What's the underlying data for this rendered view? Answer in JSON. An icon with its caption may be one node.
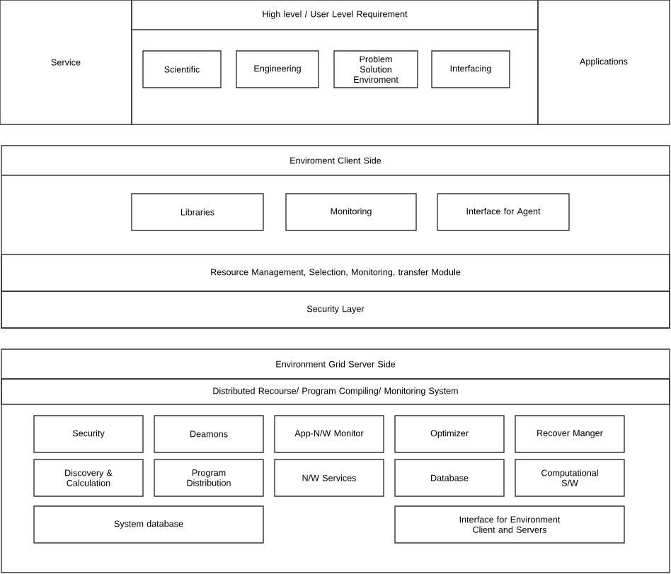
{
  "diagram": {
    "nodes": [
      {
        "text": [
          "Service"
        ]
      },
      {
        "text": [
          "High level / User Level Requirement"
        ]
      },
      {
        "text": [
          "Scientific"
        ],
        "in": 1
      },
      {
        "text": [
          "Engineering"
        ],
        "in": 1
      },
      {
        "text": [
          "Problem Solution Enviroment"
        ],
        "in": 1
      },
      {
        "text": [
          "Interfacing"
        ],
        "in": 1
      },
      {
        "text": [
          "Applications"
        ]
      },
      {
        "text": [
          "Enviroment Client Side"
        ]
      },
      {
        "text": [
          "Libraries"
        ],
        "in": 7
      },
      {
        "text": [
          "Monitoring"
        ],
        "in": 7
      },
      {
        "text": [
          "Interface for Agent"
        ],
        "in": 7
      },
      {
        "text": [
          "Resource Management, Selection, Monitoring, transfer Module"
        ],
        "in": 7
      },
      {
        "text": [
          "Security Layer"
        ],
        "in": 7
      },
      {
        "text": [
          "Environment Grid Server Side"
        ]
      },
      {
        "text": [
          "Distributed Recourse/ Program Compiling/ Monitoring System"
        ],
        "in": 13
      },
      {
        "text": [
          "Security"
        ],
        "in": 13
      },
      {
        "text": [
          "Deamons"
        ],
        "in": 13
      },
      {
        "text": [
          "App-N/W Monitor"
        ],
        "in": 13
      },
      {
        "text": [
          "Optimizer"
        ],
        "in": 13
      },
      {
        "text": [
          "Recover Manger"
        ],
        "in": 13
      },
      {
        "text": [
          "Discovery & Calculation"
        ],
        "in": 13
      },
      {
        "text": [
          "Program Distribution"
        ],
        "in": 13
      },
      {
        "text": [
          "N/W Services"
        ],
        "in": 13
      },
      {
        "text": [
          "Database"
        ],
        "in": 13
      },
      {
        "text": [
          "Computational S/W"
        ],
        "in": 13
      },
      {
        "text": [
          "System database"
        ],
        "in": 13
      },
      {
        "text": [
          "Interface for Environment Client and Servers"
        ],
        "in": 13
      }
    ]
  }
}
